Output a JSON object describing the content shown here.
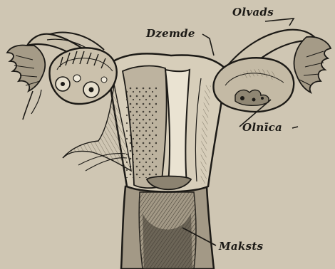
{
  "labels": {
    "oviduct": "Olvads",
    "uterus": "Dzemde",
    "ovary": "Olnīca",
    "vagina": "Maksts"
  },
  "colors": {
    "paper": "#cfc6b3",
    "ink": "#1c1a16",
    "tissue_light": "#d8cfbb",
    "tissue_mid": "#a49a87",
    "tissue_dark": "#4a443a"
  }
}
